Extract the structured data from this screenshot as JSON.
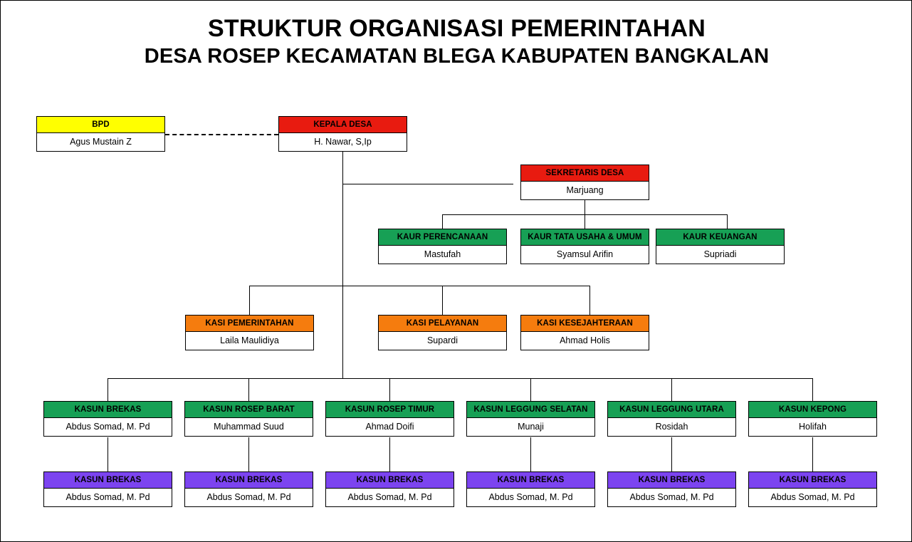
{
  "title": {
    "line1": "STRUKTUR ORGANISASI PEMERINTAHAN",
    "line2": "DESA ROSEP KECAMATAN BLEGA KABUPATEN BANGKALAN"
  },
  "colors": {
    "bpd": "#ffff00",
    "kepala_desa": "#e81b10",
    "sekretaris": "#e81b10",
    "kaur": "#17a055",
    "kasi": "#f57c0e",
    "kasun": "#17a055",
    "staf": "#7c44f0",
    "line": "#000000",
    "text": "#000000"
  },
  "chart_data": {
    "type": "diagram",
    "title": "STRUKTUR ORGANISASI PEMERINTAHAN DESA ROSEP KECAMATAN BLEGA KABUPATEN BANGKALAN",
    "levels": [
      {
        "level": 1,
        "nodes": [
          {
            "role": "BPD",
            "name": "Agus Mustain Z",
            "color": "#ffff00"
          },
          {
            "role": "KEPALA DESA",
            "name": "H. Nawar, S,Ip",
            "color": "#e81b10"
          }
        ]
      },
      {
        "level": 2,
        "nodes": [
          {
            "role": "SEKRETARIS DESA",
            "name": "Marjuang",
            "color": "#e81b10"
          }
        ]
      },
      {
        "level": 3,
        "nodes": [
          {
            "role": "KAUR PERENCANAAN",
            "name": "Mastufah",
            "color": "#17a055"
          },
          {
            "role": "KAUR TATA USAHA & UMUM",
            "name": "Syamsul Arifin",
            "color": "#17a055"
          },
          {
            "role": "KAUR KEUANGAN",
            "name": "Supriadi",
            "color": "#17a055"
          }
        ]
      },
      {
        "level": 4,
        "nodes": [
          {
            "role": "KASI PEMERINTAHAN",
            "name": "Laila Maulidiya",
            "color": "#f57c0e"
          },
          {
            "role": "KASI PELAYANAN",
            "name": "Supardi",
            "color": "#f57c0e"
          },
          {
            "role": "KASI KESEJAHTERAAN",
            "name": "Ahmad Holis",
            "color": "#f57c0e"
          }
        ]
      },
      {
        "level": 5,
        "nodes": [
          {
            "role": "KASUN BREKAS",
            "name": "Abdus Somad, M. Pd",
            "color": "#17a055"
          },
          {
            "role": "KASUN ROSEP BARAT",
            "name": "Muhammad Suud",
            "color": "#17a055"
          },
          {
            "role": "KASUN ROSEP TIMUR",
            "name": "Ahmad Doifi",
            "color": "#17a055"
          },
          {
            "role": "KASUN LEGGUNG SELATAN",
            "name": "Munaji",
            "color": "#17a055"
          },
          {
            "role": "KASUN LEGGUNG UTARA",
            "name": "Rosidah",
            "color": "#17a055"
          },
          {
            "role": "KASUN KEPONG",
            "name": "Holifah",
            "color": "#17a055"
          }
        ]
      },
      {
        "level": 6,
        "nodes": [
          {
            "role": "KASUN BREKAS",
            "name": "Abdus Somad, M. Pd",
            "color": "#7c44f0"
          },
          {
            "role": "KASUN BREKAS",
            "name": "Abdus Somad, M. Pd",
            "color": "#7c44f0"
          },
          {
            "role": "KASUN BREKAS",
            "name": "Abdus Somad, M. Pd",
            "color": "#7c44f0"
          },
          {
            "role": "KASUN BREKAS",
            "name": "Abdus Somad, M. Pd",
            "color": "#7c44f0"
          },
          {
            "role": "KASUN BREKAS",
            "name": "Abdus Somad, M. Pd",
            "color": "#7c44f0"
          },
          {
            "role": "KASUN BREKAS",
            "name": "Abdus Somad, M. Pd",
            "color": "#7c44f0"
          }
        ]
      }
    ],
    "edges": [
      {
        "from": "BPD",
        "to": "KEPALA DESA",
        "style": "dashed"
      },
      {
        "from": "KEPALA DESA",
        "to": "SEKRETARIS DESA",
        "style": "solid"
      },
      {
        "from": "SEKRETARIS DESA",
        "to": "KAUR PERENCANAAN",
        "style": "solid"
      },
      {
        "from": "SEKRETARIS DESA",
        "to": "KAUR TATA USAHA & UMUM",
        "style": "solid"
      },
      {
        "from": "SEKRETARIS DESA",
        "to": "KAUR KEUANGAN",
        "style": "solid"
      },
      {
        "from": "KEPALA DESA",
        "to": "KASI PEMERINTAHAN",
        "style": "solid"
      },
      {
        "from": "KEPALA DESA",
        "to": "KASI PELAYANAN",
        "style": "solid"
      },
      {
        "from": "KEPALA DESA",
        "to": "KASI KESEJAHTERAAN",
        "style": "solid"
      },
      {
        "from": "KEPALA DESA",
        "to": "KASUN BREKAS",
        "style": "solid"
      },
      {
        "from": "KEPALA DESA",
        "to": "KASUN ROSEP BARAT",
        "style": "solid"
      },
      {
        "from": "KEPALA DESA",
        "to": "KASUN ROSEP TIMUR",
        "style": "solid"
      },
      {
        "from": "KEPALA DESA",
        "to": "KASUN LEGGUNG SELATAN",
        "style": "solid"
      },
      {
        "from": "KEPALA DESA",
        "to": "KASUN LEGGUNG UTARA",
        "style": "solid"
      },
      {
        "from": "KEPALA DESA",
        "to": "KASUN KEPONG",
        "style": "solid"
      }
    ]
  }
}
